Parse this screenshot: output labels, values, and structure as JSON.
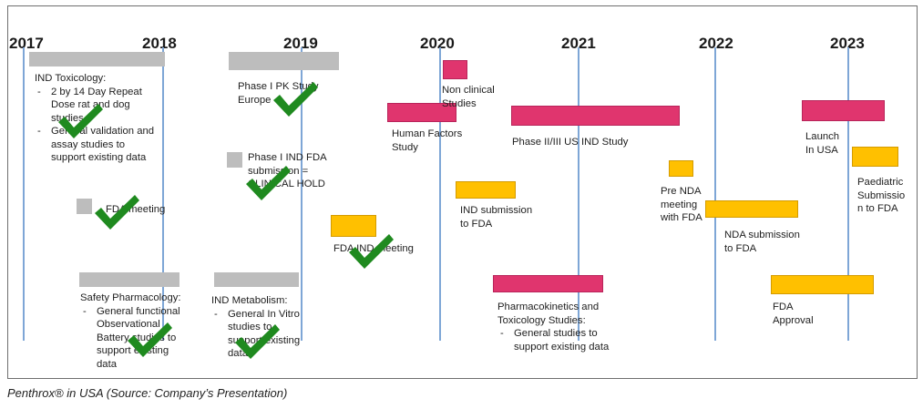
{
  "years": [
    "2017",
    "2018",
    "2019",
    "2020",
    "2021",
    "2022",
    "2023"
  ],
  "items": {
    "ind_toxicology": {
      "title": "IND Toxicology:",
      "bullets": [
        "2 by 14 Day Repeat",
        "Dose rat and dog",
        "studies",
        "General validation and",
        "assay studies to",
        "support existing data"
      ]
    },
    "phase1_pk": {
      "lines": [
        "Phase I PK Study",
        "Europe"
      ]
    },
    "non_clinical": {
      "lines": [
        "Non clinical",
        "Studies"
      ]
    },
    "human_factors": {
      "lines": [
        "Human Factors",
        "Study"
      ]
    },
    "phase23": {
      "lines": [
        "Phase II/III US IND Study"
      ]
    },
    "launch": {
      "lines": [
        "Launch",
        "In USA"
      ]
    },
    "phase1_ind": {
      "lines": [
        "Phase I IND FDA",
        "submission =",
        "CLINICAL HOLD"
      ]
    },
    "paediatric": {
      "lines": [
        "Paediatric",
        "Submissio",
        "n to FDA"
      ]
    },
    "pre_nda": {
      "lines": [
        "Pre NDA",
        "meeting",
        "with FDA"
      ]
    },
    "ind_submission": {
      "lines": [
        "IND submission",
        "to FDA"
      ]
    },
    "fda_meeting": {
      "lines": [
        "FDA meeting"
      ]
    },
    "nda_submission": {
      "lines": [
        "NDA submission",
        "to FDA"
      ]
    },
    "fda_ind_meeting": {
      "lines": [
        "FDA IND meeting"
      ]
    },
    "safety_pharm": {
      "title": "Safety Pharmacology:",
      "bullets": [
        "General functional",
        "Observational",
        "Battery studies to",
        "support existing",
        "data"
      ]
    },
    "ind_metabolism": {
      "title": "IND Metabolism:",
      "bullets": [
        "General In Vitro",
        "studies to",
        "support existing",
        "data"
      ]
    },
    "pk_tox": {
      "title": "Pharmacokinetics and",
      "title2": "Toxicology Studies:",
      "bullets": [
        "General studies to",
        "support existing data"
      ]
    },
    "fda_approval": {
      "lines": [
        "FDA",
        "Approval"
      ]
    }
  },
  "caption": "Penthrox® in USA (Source: Company’s Presentation)",
  "colors": {
    "grey": "#bdbdbd",
    "pink": "#e0356e",
    "amber": "#ffc000",
    "line": "#7ea6d6",
    "check": "#1f8a1f"
  }
}
